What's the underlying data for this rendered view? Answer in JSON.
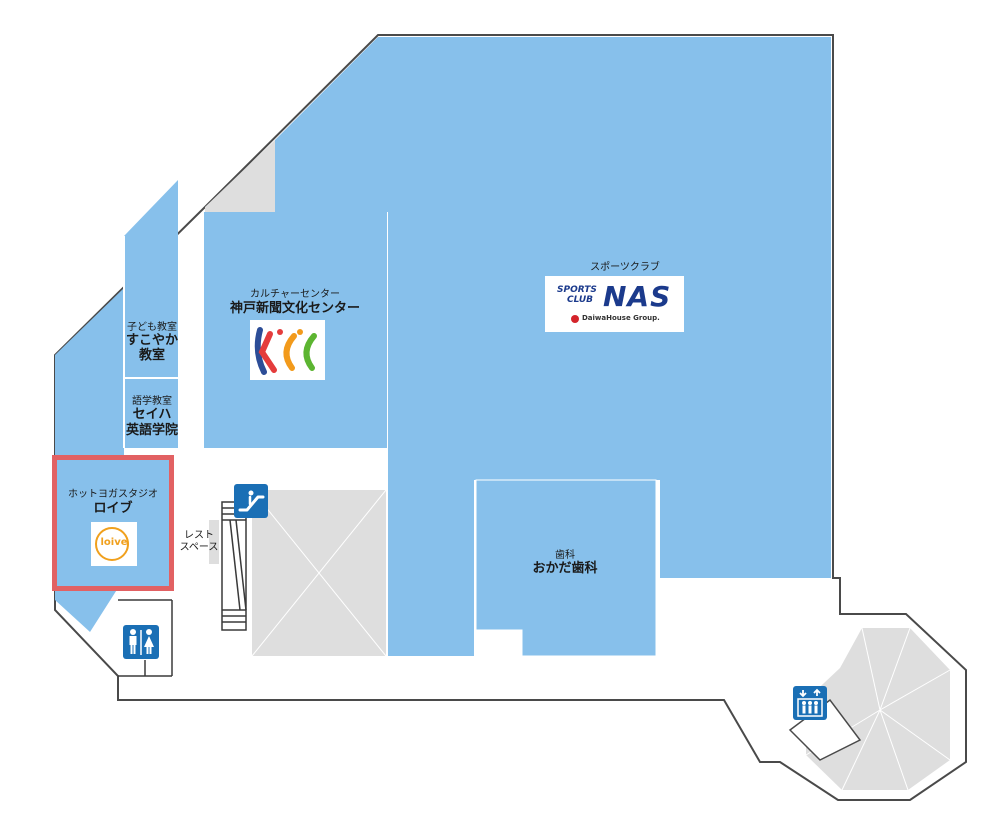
{
  "colors": {
    "tenant": "#87c0eb",
    "void": "#dedede",
    "outline": "#4a4a4a",
    "highlight": "#e26163",
    "icon_bg": "#1a6fb5",
    "kcc_red": "#e43c3c",
    "kcc_orange": "#f29a1b",
    "kcc_green": "#5cb531",
    "kcc_blue": "#2c4d97",
    "loive_orange": "#f0a01d",
    "nas_navy": "#1b3a8c",
    "daiwa_red": "#d4242b"
  },
  "tenants": {
    "sports_club": {
      "category": "スポーツクラブ",
      "logo_small": "SPORTS",
      "logo_small2": "CLUB",
      "logo_main": "NAS",
      "logo_sub": "DaiwaHouse Group."
    },
    "culture_center": {
      "category": "カルチャーセンター",
      "name": "神戸新聞文化センター",
      "logo_icon": "kcc-logo-icon"
    },
    "kids_school": {
      "category": "子ども教室",
      "name_line1": "すこやか",
      "name_line2": "教室"
    },
    "english_school": {
      "category": "語学教室",
      "name_line1": "セイハ",
      "name_line2": "英語学院"
    },
    "yoga_studio": {
      "category": "ホットヨガスタジオ",
      "name": "ロイブ",
      "logo_text": "loive"
    },
    "dental": {
      "category": "歯科",
      "name": "おかだ歯科"
    },
    "rest_space": {
      "line1": "レスト",
      "line2": "スペース"
    }
  },
  "icons": {
    "escalator": "escalator-icon",
    "restroom": "restroom-icon",
    "elevator": "elevator-icon"
  }
}
